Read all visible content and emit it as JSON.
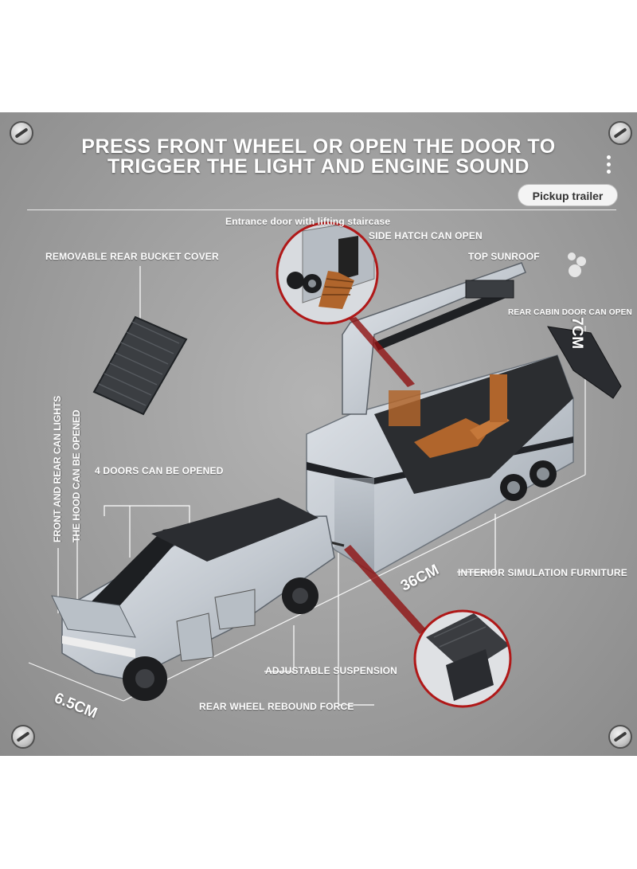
{
  "headline": {
    "line1": "PRESS FRONT WHEEL OR OPEN THE DOOR TO",
    "line2": "TRIGGER THE LIGHT AND ENGINE SOUND"
  },
  "badge": "Pickup trailer",
  "labels": {
    "entrance_door": "Entrance door with lifting staircase",
    "side_hatch": "SIDE HATCH CAN OPEN",
    "top_sunroof": "TOP SUNROOF",
    "rear_bucket_cover": "REMOVABLE REAR BUCKET COVER",
    "rear_cabin_door": "REAR CABIN DOOR CAN OPEN",
    "front_rear_lights": "FRONT AND REAR CAN LIGHTS",
    "hood_opened": "THE HOOD CAN BE OPENED",
    "four_doors": "4 DOORS CAN BE OPENED",
    "interior_furniture": "INTERIOR SIMULATION FURNITURE",
    "adjustable_suspension": "ADJUSTABLE SUSPENSION",
    "rear_wheel_rebound": "REAR WHEEL REBOUND FORCE"
  },
  "dimensions": {
    "height": "7CM",
    "length": "36CM",
    "width": "6.5CM"
  },
  "colors": {
    "panel": "#a2a2a2",
    "text": "#ffffff",
    "callout_ring": "#b01818",
    "vehicle_body": "#c6ccd3",
    "interior": "#b0652c"
  }
}
